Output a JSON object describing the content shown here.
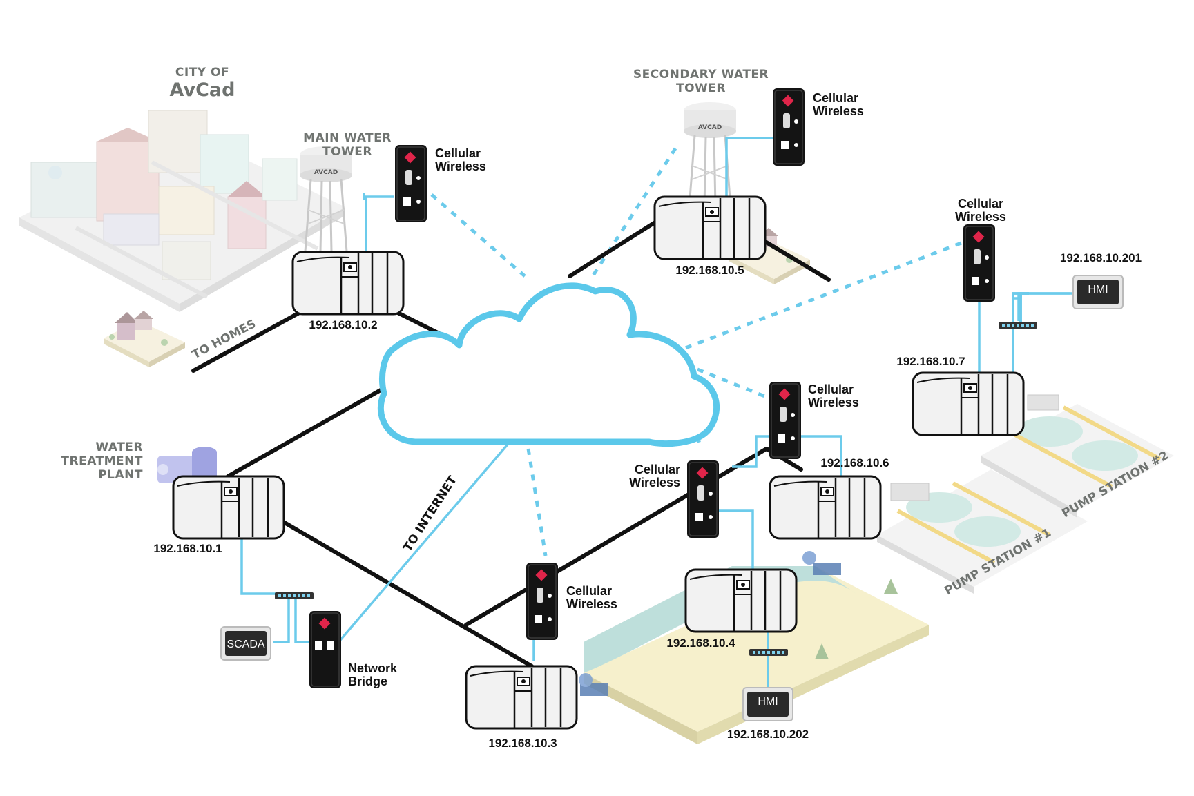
{
  "places": {
    "city_line1": "CITY OF",
    "city_line2": "AvCad",
    "main_tower_line1": "MAIN WATER",
    "main_tower_line2": "TOWER",
    "secondary_tower_line1": "SECONDARY WATER",
    "secondary_tower_line2": "TOWER",
    "treatment_line1": "WATER",
    "treatment_line2": "TREATMENT",
    "treatment_line3": "PLANT",
    "pump1": "PUMP STATION #1",
    "pump2": "PUMP STATION #2",
    "tower_sign": "AVCAD"
  },
  "routes": {
    "to_homes": "TO HOMES",
    "to_internet": "TO INTERNET"
  },
  "devices": {
    "cellular_line1": "Cellular",
    "cellular_line2": "Wireless",
    "bridge_line1": "Network",
    "bridge_line2": "Bridge",
    "hmi": "HMI",
    "scada": "SCADA"
  },
  "controllers": {
    "ip1": "192.168.10.1",
    "ip2": "192.168.10.2",
    "ip3": "192.168.10.3",
    "ip4": "192.168.10.4",
    "ip5": "192.168.10.5",
    "ip6": "192.168.10.6",
    "ip7": "192.168.10.7",
    "ip201": "192.168.10.201",
    "ip202": "192.168.10.202"
  },
  "colors": {
    "cloud_stroke": "#5bc8ea",
    "wire_dark": "#111111",
    "wire_light": "#6ccbeb",
    "label_gray": "#6f7370",
    "radio_body": "#141414",
    "radio_accent": "#e0254a",
    "plc_body": "#f2f2f2"
  }
}
